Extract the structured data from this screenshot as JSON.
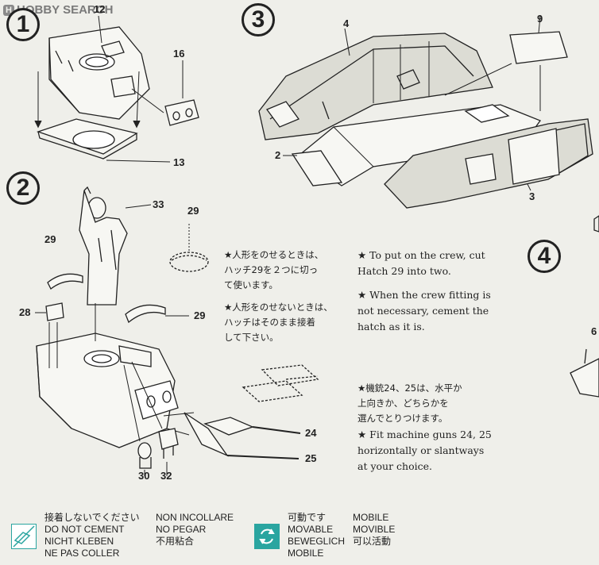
{
  "watermark": "HOBBY SEARCH",
  "steps": [
    "1",
    "2",
    "3",
    "4"
  ],
  "parts": {
    "p12": "12",
    "p16": "16",
    "p13": "13",
    "p4": "4",
    "p9": "9",
    "p2": "2",
    "p3": "3",
    "p33": "33",
    "p29a": "29",
    "p29b": "29",
    "p29c": "29",
    "p28": "28",
    "p24": "24",
    "p25": "25",
    "p30": "30",
    "p32": "32",
    "p6": "6"
  },
  "notes": {
    "crew_jp_1": "★人形をのせるときは、\nハッチ29を２つに切っ\nて使います。",
    "crew_jp_2": "★人形をのせないときは、\nハッチはそのまま接着\nして下さい。",
    "crew_en_1": "★ To put on the crew, cut\nHatch  29 into two.",
    "crew_en_2": "★ When the crew fitting is\nnot necessary, cement the\nhatch as it is.",
    "guns_jp": "★機銃24、25は、水平か\n上向きか、どちらかを\n選んでとりつけます。",
    "guns_en": "★ Fit machine guns 24, 25\nhorizontally or slantways\nat your choice."
  },
  "legend": {
    "no_cement": [
      "接着しないでください",
      "DO NOT CEMENT",
      "NICHT KLEBEN",
      "NE PAS COLLER"
    ],
    "no_cement_2": [
      "NON INCOLLARE",
      "NO PEGAR",
      "不用粘合"
    ],
    "movable": [
      "可動です",
      "MOVABLE",
      "BEWEGLICH",
      "MOBILE"
    ],
    "movable_2": [
      "MOBILE",
      "MOVIBLE",
      "可以活動"
    ]
  },
  "colors": {
    "icon_accent": "#2aa5a0",
    "ink": "#222222",
    "paper": "#efefea"
  }
}
